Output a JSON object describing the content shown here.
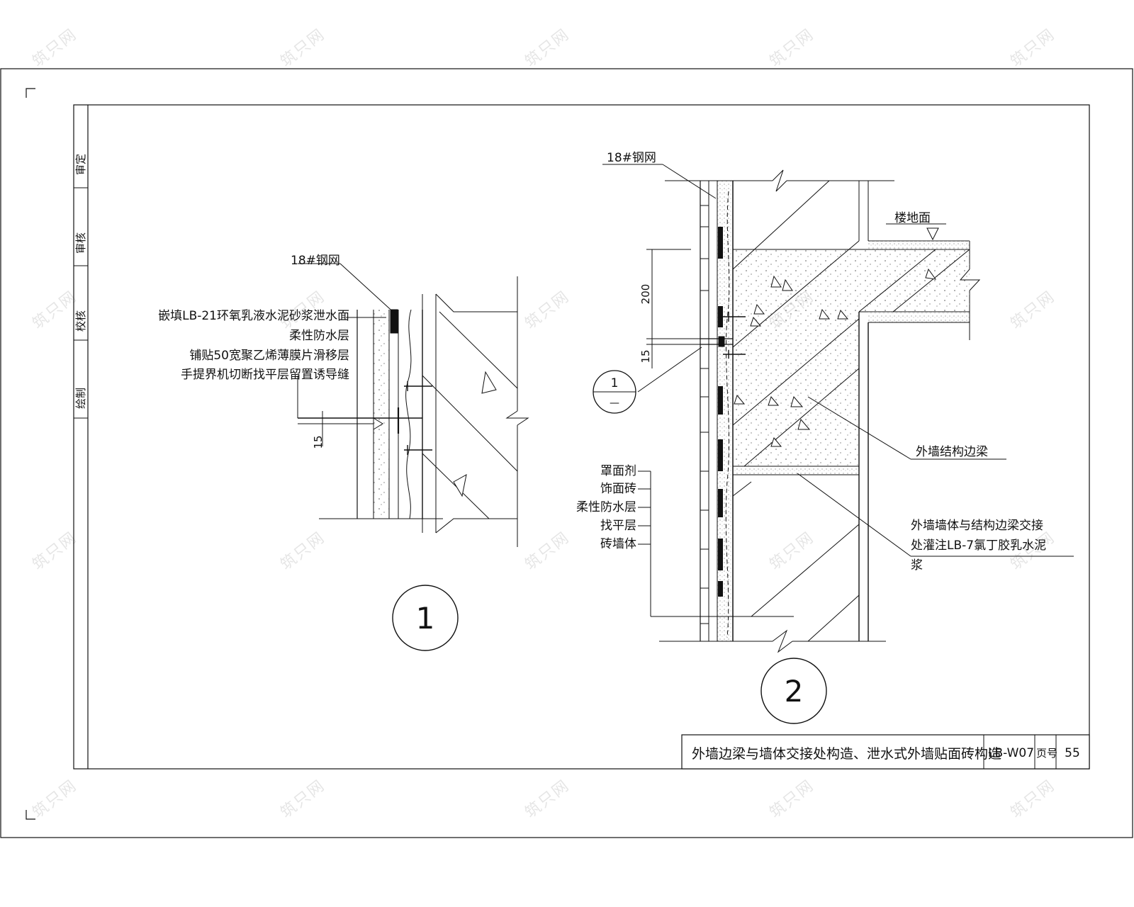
{
  "watermark": {
    "text": "筑只网"
  },
  "side_strip": {
    "labels": [
      "审定",
      "审核",
      "校核",
      "绘制"
    ]
  },
  "detail1": {
    "steel_mesh": "18#钢网",
    "notes": [
      "嵌填LB-21环氧乳液水泥砂浆泄水面",
      "柔性防水层",
      "铺贴50宽聚乙烯薄膜片滑移层",
      "手提界机切断找平层留置诱导缝"
    ],
    "dimension": "15",
    "number": "1"
  },
  "detail2": {
    "steel_mesh": "18#钢网",
    "floor_label": "楼地面",
    "dim_200": "200",
    "dim_15": "15",
    "section_ref": {
      "number": "1",
      "sub": "—"
    },
    "layers": [
      "罩面剂",
      "饰面砖",
      "柔性防水层",
      "找平层",
      "砖墙体"
    ],
    "beam_label": "外墙结构边梁",
    "junction_label": [
      "外墙墙体与结构边梁交接",
      "处灌注LB-7氯丁胶乳水泥",
      "浆"
    ],
    "number": "2"
  },
  "title_block": {
    "title": "外墙边梁与墙体交接处构造、泄水式外墙贴面砖构造",
    "drawing_no": "LB-W07",
    "page_label": "页号",
    "page_no": "55"
  }
}
